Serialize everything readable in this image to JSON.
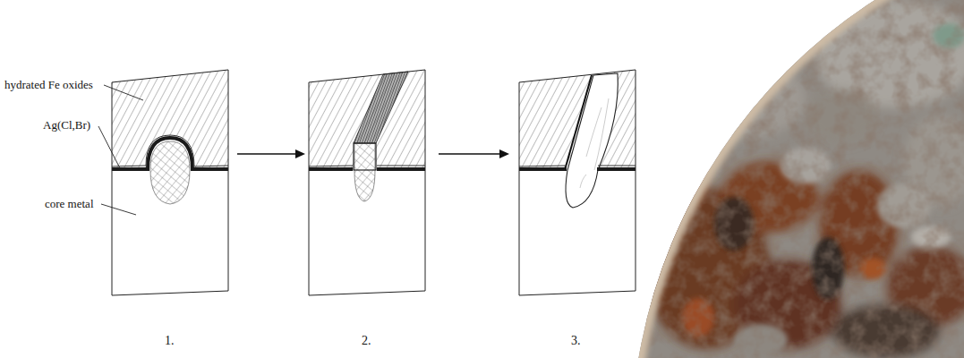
{
  "diagram": {
    "labels": [
      "hydrated Fe oxides",
      "Ag(Cl,Br)",
      "core metal",
      "1.",
      "2.",
      "3."
    ]
  }
}
